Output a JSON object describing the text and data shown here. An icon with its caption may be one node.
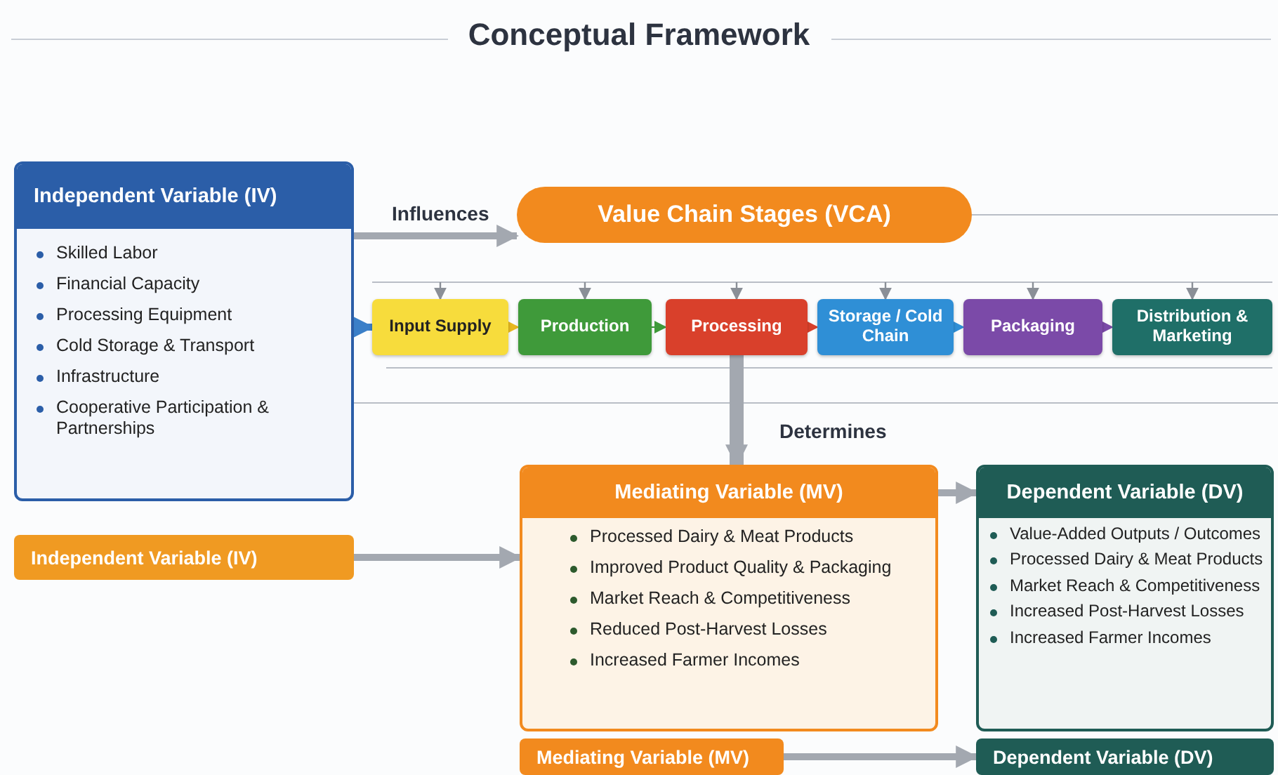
{
  "diagram": {
    "title": "Conceptual Framework",
    "nodes": [
      {
        "text": [
          "Independent Variable (IV)",
          "Skilled Labor",
          "Financial Capacity",
          "Processing Equipment",
          "Cold Storage & Transport",
          "Infrastructure",
          "Cooperative Participation & Partnerships"
        ]
      },
      {
        "text": [
          "Value Chain Stages (VCA)"
        ]
      },
      {
        "text": [
          "Input Supply"
        ]
      },
      {
        "text": [
          "Production"
        ]
      },
      {
        "text": [
          "Processing"
        ]
      },
      {
        "text": [
          "Storage / Cold Chain"
        ]
      },
      {
        "text": [
          "Packaging"
        ]
      },
      {
        "text": [
          "Distribution & Marketing"
        ]
      },
      {
        "text": [
          "Mediating Variable (MV)",
          "Processed Dairy & Meat Products",
          "Improved Product Quality & Packaging",
          "Market Reach & Competitiveness",
          "Reduced Post-Harvest Losses",
          "Increased Farmer Incomes"
        ]
      },
      {
        "text": [
          "Dependent Variable (DV)",
          "Value-Added Outputs / Outcomes",
          "Processed Dairy & Meat Products",
          "Market Reach & Competitiveness",
          "Increased Post-Harvest Losses",
          "Increased Farmer Incomes"
        ]
      },
      {
        "text": [
          "Independent Variable (IV)"
        ]
      },
      {
        "text": [
          "Mediating Variable (MV)"
        ]
      },
      {
        "text": [
          "Dependent Variable (DV)"
        ]
      }
    ],
    "edges": [
      {
        "from": 0,
        "to": 1,
        "arrow": "to",
        "label": "Influences",
        "style": "thick"
      },
      {
        "from": 0,
        "to": 2,
        "arrow": "to",
        "style": "thick",
        "color": "#3b7fc8"
      },
      {
        "from": 2,
        "to": 3,
        "arrow": "to",
        "color": "#e8b820"
      },
      {
        "from": 3,
        "to": 4,
        "arrow": "to",
        "color": "#3f9a3a"
      },
      {
        "from": 4,
        "to": 5,
        "arrow": "to",
        "color": "#d9402b"
      },
      {
        "from": 5,
        "to": 6,
        "arrow": "to",
        "color": "#2f8fd6"
      },
      {
        "from": 6,
        "to": 7,
        "arrow": "to",
        "color": "#7b4aa8"
      },
      {
        "from": null,
        "to": 2,
        "arrow": "to"
      },
      {
        "from": null,
        "to": 3,
        "arrow": "to"
      },
      {
        "from": null,
        "to": 4,
        "arrow": "to"
      },
      {
        "from": null,
        "to": 5,
        "arrow": "to"
      },
      {
        "from": null,
        "to": 6,
        "arrow": "to"
      },
      {
        "from": null,
        "to": 7,
        "arrow": "to"
      },
      {
        "from": 4,
        "to": 8,
        "arrow": "to",
        "label": "Determines",
        "style": "thick"
      },
      {
        "from": 8,
        "to": 9,
        "arrow": "to",
        "style": "thick"
      },
      {
        "from": 10,
        "to": 8,
        "arrow": "to",
        "style": "thick"
      },
      {
        "from": 11,
        "to": 12,
        "arrow": "to",
        "style": "thick"
      }
    ]
  }
}
